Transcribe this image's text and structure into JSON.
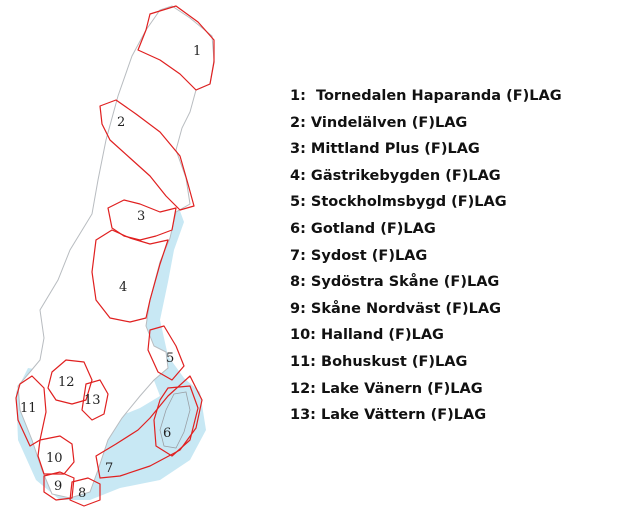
{
  "colors": {
    "land": "#ffffff",
    "land_outline": "#b8bcc0",
    "water": "#c8e8f4",
    "region_border": "#e02020",
    "text": "#111111"
  },
  "legend": [
    "1:  Tornedalen Haparanda (F)LAG",
    "2: Vindelälven (F)LAG",
    "3: Mittland Plus (F)LAG",
    "4: Gästrikebygden (F)LAG",
    "5: Stockholmsbygd (F)LAG",
    "6: Gotland (F)LAG",
    "7: Sydost (F)LAG",
    "8: Sydöstra Skåne (F)LAG",
    "9: Skåne Nordväst (F)LAG",
    "10: Halland (F)LAG",
    "11: Bohuskust (F)LAG",
    "12: Lake Vänern (F)LAG",
    "13: Lake Vättern (F)LAG"
  ],
  "region_numbers": [
    "1",
    "2",
    "3",
    "4",
    "5",
    "6",
    "7",
    "8",
    "9",
    "10",
    "11",
    "12",
    "13"
  ]
}
